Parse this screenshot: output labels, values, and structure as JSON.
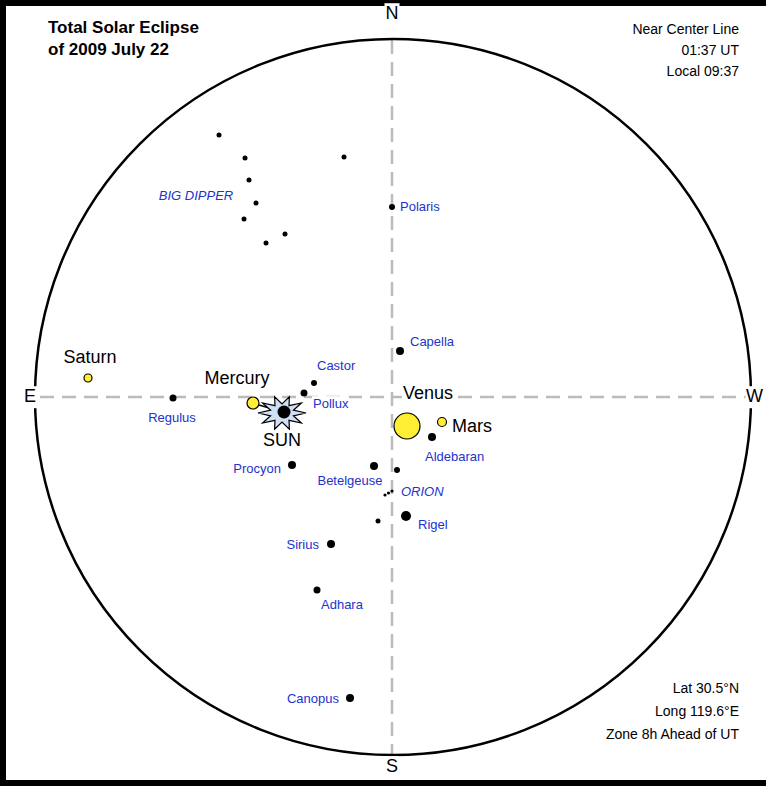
{
  "diagram": {
    "title": "Total Solar Eclipse of 2009 July 22",
    "labels": [
      "Near Center Line",
      "01:37 UT",
      "Local 09:37",
      "N",
      "E",
      "W",
      "S",
      "BIG DIPPER",
      "Polaris",
      "Capella",
      "Castor",
      "Saturn",
      "Mercury",
      "Pollux",
      "Regulus",
      "Venus",
      "Mars",
      "SUN",
      "Aldebaran",
      "Procyon",
      "Betelgeuse",
      "ORION",
      "Rigel",
      "Sirius",
      "Adhara",
      "Canopus",
      "Lat 30.5°N",
      "Long 119.6°E",
      "Zone 8h Ahead of UT"
    ]
  }
}
